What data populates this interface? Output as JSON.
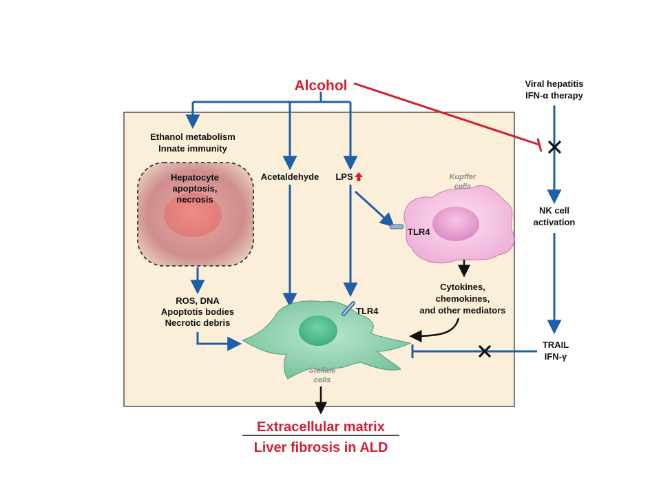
{
  "colors": {
    "panel_fill": "#fbefd9",
    "panel_border": "#2a2a2a",
    "arrow_blue": "#1f5fa8",
    "alcohol_red": "#d32030",
    "black": "#111111",
    "stellate_green": "#7ccaa6",
    "kupffer_pink": "#f3b6dd",
    "hepatocyte_pink": "#d6908f"
  },
  "icons": [
    "inhibition-x-icon",
    "up-arrow-icon",
    "tlr4-receptor-icon",
    "inhibition-bar-icon"
  ],
  "alcohol": {
    "label": "Alcohol"
  },
  "viral": {
    "line1": "Viral hepatitis",
    "line2": "IFN-α therapy"
  },
  "ethanol": {
    "line1": "Ethanol metabolism",
    "line2": "Innate immunity"
  },
  "hepatocyte": {
    "line1": "Hepatocyte",
    "line2": "apoptosis,",
    "line3": "necrosis"
  },
  "acetaldehyde": {
    "label": "Acetaldehyde"
  },
  "lps": {
    "label": "LPS"
  },
  "kupffer": {
    "line1": "Kupffer",
    "line2": "cells",
    "receptor": "TLR4"
  },
  "nk": {
    "line1": "NK cell",
    "line2": "activation"
  },
  "ros": {
    "line1": "ROS, DNA",
    "line2": "Apoptotis bodies",
    "line3": "Necrotic debris"
  },
  "cytokines": {
    "line1": "Cytokines,",
    "line2": "chemokines,",
    "line3": "and other mediators"
  },
  "stellate": {
    "receptor": "TLR4",
    "line1": "Stellate",
    "line2": "cells"
  },
  "trail": {
    "line1": "TRAIL",
    "line2": "IFN-γ"
  },
  "outcome": {
    "line1": "Extracellular matrix",
    "line2": "Liver fibrosis in ALD"
  }
}
